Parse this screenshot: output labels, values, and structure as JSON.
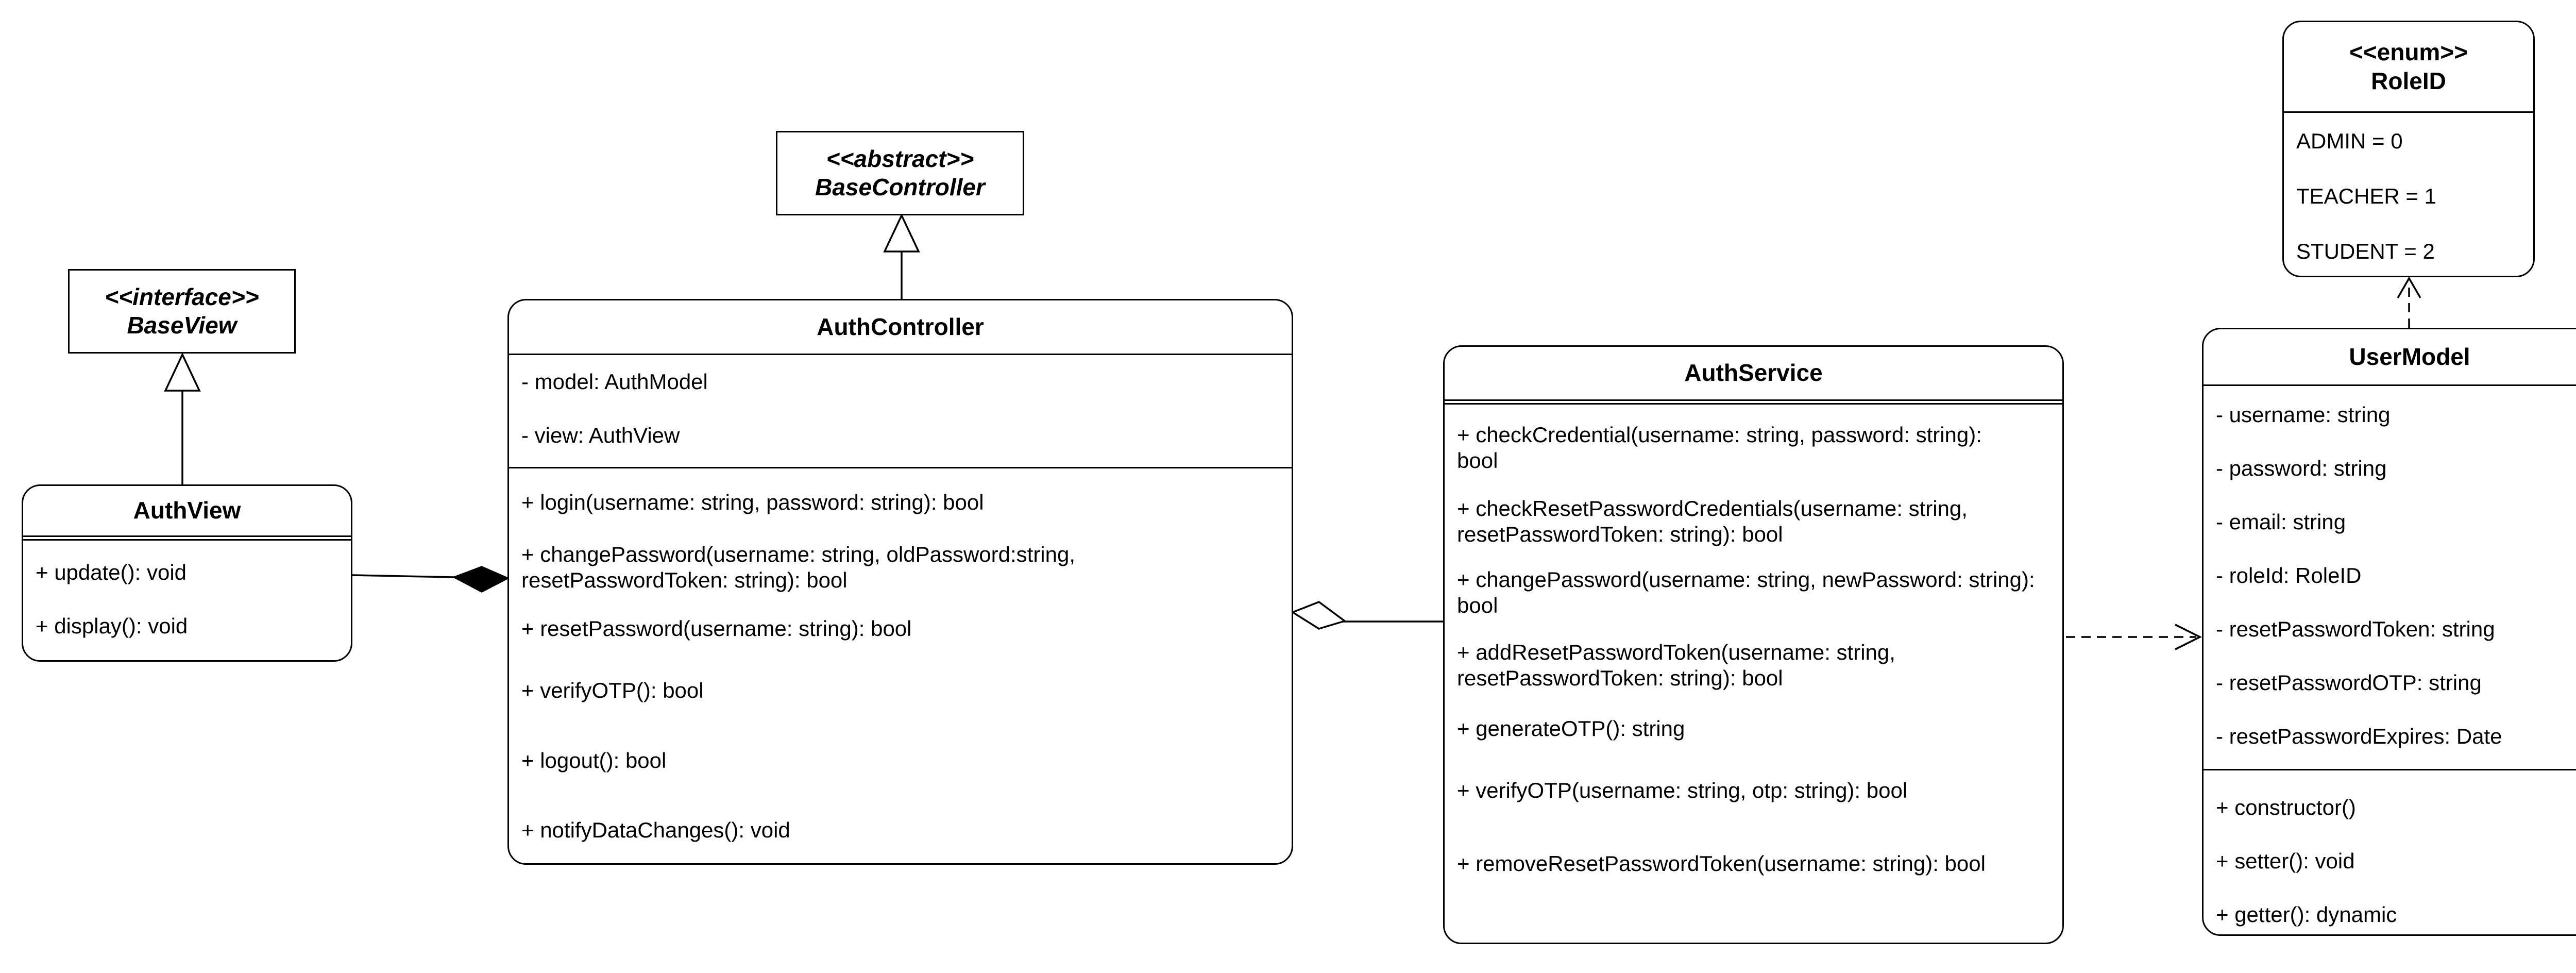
{
  "classes": {
    "base_view": {
      "stereotype": "<<interface>>",
      "name": "BaseView"
    },
    "base_controller": {
      "stereotype": "<<abstract>>",
      "name": "BaseController"
    },
    "auth_view": {
      "name": "AuthView",
      "methods": [
        "+ update(): void",
        "+ display(): void"
      ]
    },
    "auth_controller": {
      "name": "AuthController",
      "attributes": [
        "- model: AuthModel",
        "- view: AuthView"
      ],
      "methods": [
        "+ login(username: string, password: string): bool",
        "+ changePassword(username: string, oldPassword:string, resetPasswordToken: string): bool",
        "+ resetPassword(username: string): bool",
        "+ verifyOTP(): bool",
        "+ logout(): bool",
        "+ notifyDataChanges(): void"
      ]
    },
    "auth_service": {
      "name": "AuthService",
      "methods": [
        "+ checkCredential(username: string, password: string): bool",
        "+ checkResetPasswordCredentials(username: string, resetPasswordToken: string): bool",
        "+ changePassword(username: string, newPassword: string): bool",
        "+ addResetPasswordToken(username: string, resetPasswordToken: string): bool",
        "+ generateOTP(): string",
        "+ verifyOTP(username: string, otp: string): bool",
        "+ removeResetPasswordToken(username: string): bool"
      ]
    },
    "role_id": {
      "stereotype": "<<enum>>",
      "name": "RoleID",
      "values": [
        "ADMIN = 0",
        "TEACHER = 1",
        "STUDENT = 2"
      ]
    },
    "user_model": {
      "name": "UserModel",
      "attributes": [
        "- username: string",
        "- password: string",
        "- email: string",
        "- roleId: RoleID",
        "- resetPasswordToken: string",
        "- resetPasswordOTP: string",
        "- resetPasswordExpires: Date"
      ],
      "methods": [
        "+ constructor()",
        "+ setter(): void",
        "+ getter(): dynamic"
      ]
    }
  },
  "relationships": [
    {
      "from": "AuthView",
      "to": "BaseView",
      "type": "realization"
    },
    {
      "from": "AuthController",
      "to": "BaseController",
      "type": "inheritance"
    },
    {
      "from": "AuthView",
      "to": "AuthController",
      "type": "composition"
    },
    {
      "from": "AuthService",
      "to": "AuthController",
      "type": "aggregation"
    },
    {
      "from": "AuthService",
      "to": "UserModel",
      "type": "dependency"
    },
    {
      "from": "UserModel",
      "to": "RoleID",
      "type": "dependency"
    }
  ]
}
